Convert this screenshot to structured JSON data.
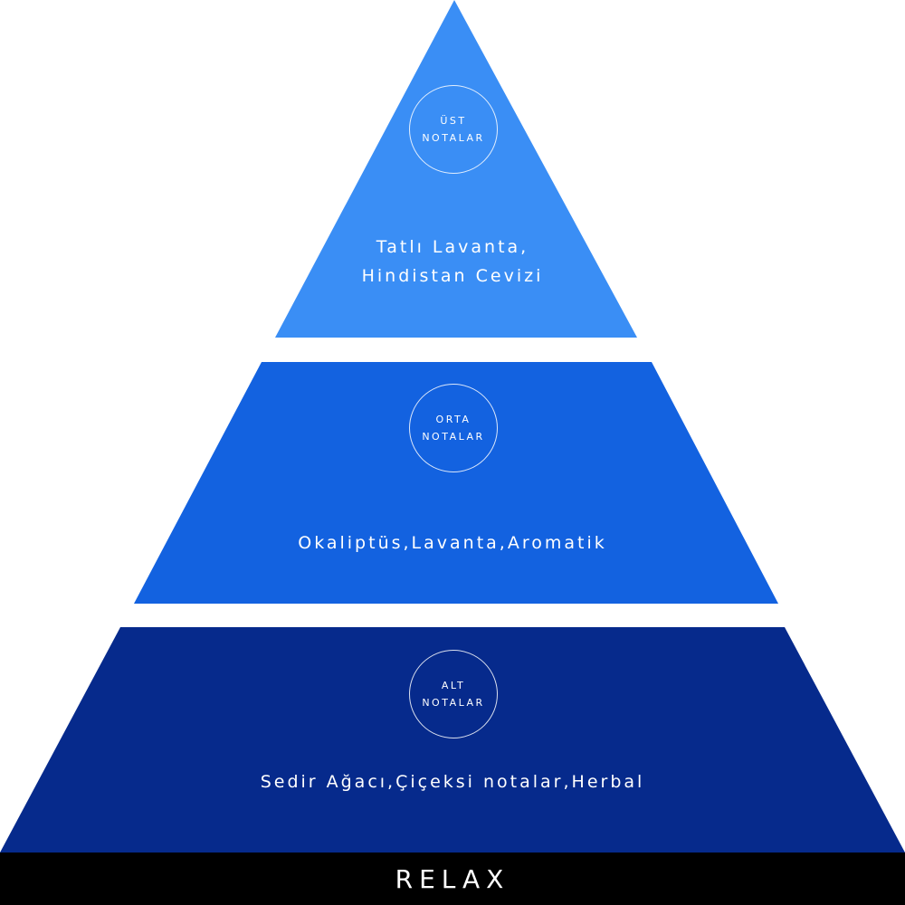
{
  "colors": {
    "top": "#3a8ef5",
    "middle": "#1362e0",
    "bottom": "#062a8c",
    "footer": "#000000"
  },
  "pyramid": {
    "top": {
      "badge_line1": "ÜST",
      "badge_line2": "NOTALAR",
      "text_line1": "Tatlı Lavanta,",
      "text_line2": "Hindistan Cevizi"
    },
    "middle": {
      "badge_line1": "ORTA",
      "badge_line2": "NOTALAR",
      "text": "Okaliptüs,Lavanta,Aromatik"
    },
    "bottom": {
      "badge_line1": "ALT",
      "badge_line2": "NOTALAR",
      "text": "Sedir Ağacı,Çiçeksi notalar,Herbal"
    }
  },
  "footer": {
    "label": "RELAX"
  }
}
